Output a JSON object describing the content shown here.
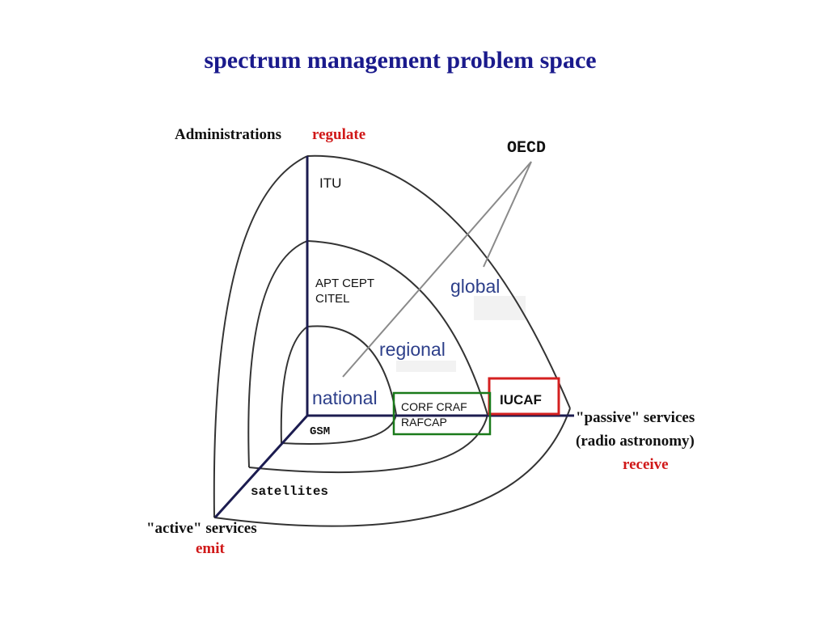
{
  "title": "spectrum management problem space",
  "colors": {
    "title": "#1a1a8c",
    "axis": "#1c1c50",
    "curve": "#333333",
    "scope_label": "#2d3f8a",
    "emphasis": "#d01818",
    "iucaf_box": "#d42020",
    "green_box": "#1a7a1a",
    "pointer": "#8a8a8a"
  },
  "axes": {
    "vertical_label": "Administrations",
    "vertical_verb": "regulate",
    "horizontal_label_line1": "\"passive\" services",
    "horizontal_label_line2": "(radio astronomy)",
    "horizontal_verb": "receive",
    "diagonal_label": "\"active\" services",
    "diagonal_verb": "emit"
  },
  "scopes": {
    "national": "national",
    "regional": "regional",
    "global": "global"
  },
  "organizations": {
    "itu": "ITU",
    "apt_cept": "APT CEPT",
    "citel": "CITEL",
    "gsm": "GSM",
    "satellites": "satellites",
    "corf_craf": "CORF CRAF",
    "rafcap": "RAFCAP",
    "iucaf": "IUCAF",
    "oecd": "OECD"
  }
}
